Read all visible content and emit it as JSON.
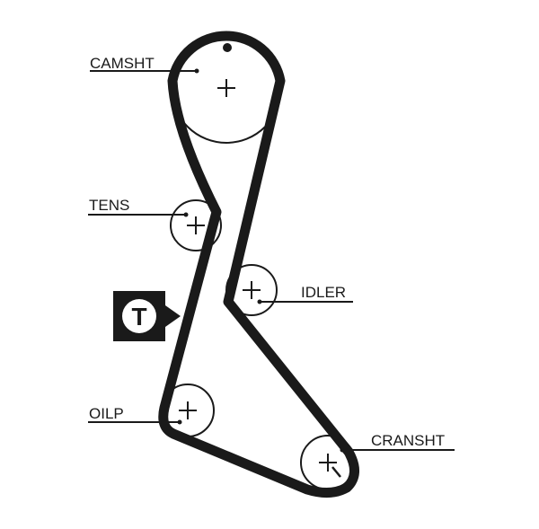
{
  "labels": {
    "camshaft": "CAMSHT",
    "tensioner": "TENS",
    "idler": "IDLER",
    "oil_pump": "OILP",
    "crankshaft": "CRANSHT"
  },
  "timing_mark": {
    "letter": "T"
  },
  "colors": {
    "ink": "#1a1a1a",
    "background": "#ffffff"
  }
}
